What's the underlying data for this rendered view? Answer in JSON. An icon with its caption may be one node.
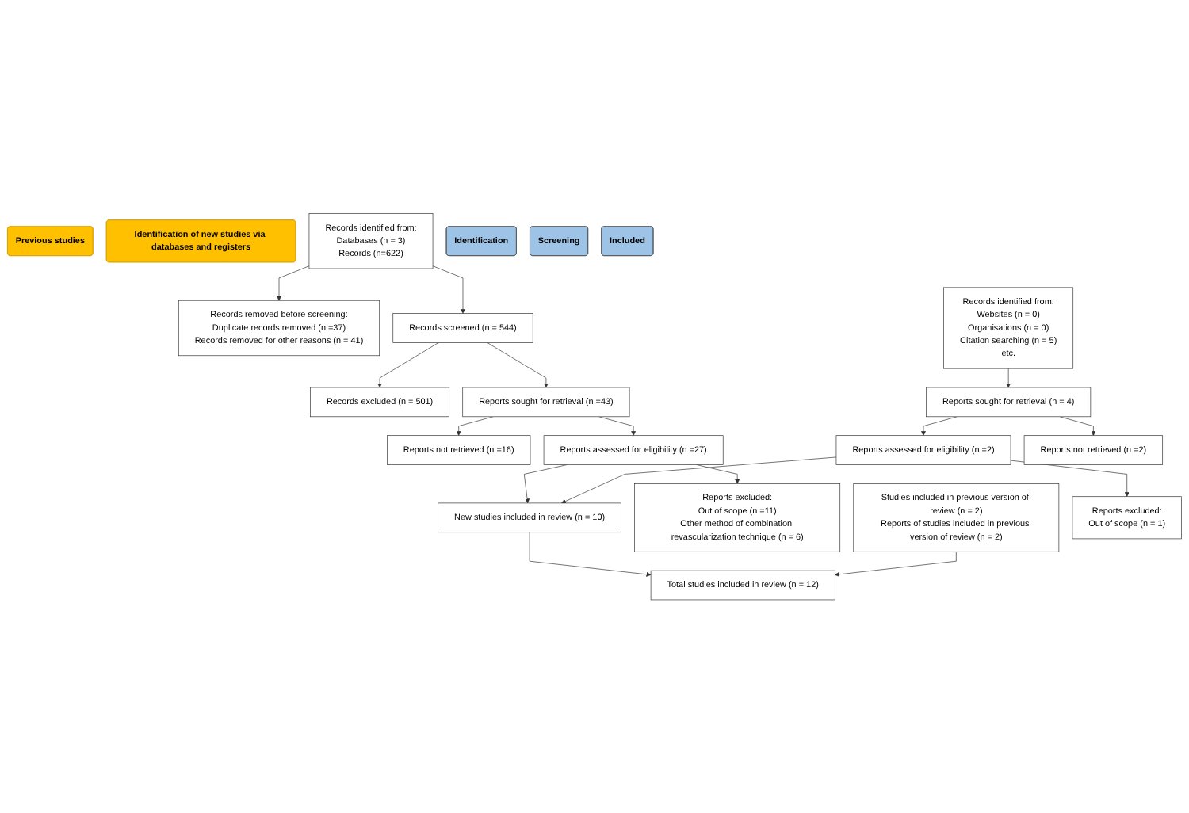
{
  "diagram": {
    "nodes": [
      {
        "text": [
          "Previous studies"
        ]
      },
      {
        "text": [
          "Identification of new studies via databases and registers"
        ]
      },
      {
        "text": [
          "Identification"
        ]
      },
      {
        "text": [
          "Screening"
        ]
      },
      {
        "text": [
          "Included"
        ]
      },
      {
        "text": [
          "Studies included in previous version of review (n = 2)",
          "Reports of studies included in previous version of review (n = 2)"
        ]
      },
      {
        "text": [
          "Records identified from:",
          "Databases (n = 3)",
          "Records (n=622)"
        ]
      },
      {
        "text": [
          "Records removed before screening:",
          "Duplicate records removed (n =37)",
          "Records removed for other reasons (n = 41)"
        ]
      },
      {
        "text": [
          "Records identified from:",
          "Websites (n = 0)",
          "Organisations (n = 0)",
          "Citation searching (n = 5)",
          "etc."
        ]
      },
      {
        "text": [
          "Records screened (n = 544)"
        ]
      },
      {
        "text": [
          "Records excluded (n = 501)"
        ]
      },
      {
        "text": [
          "Reports sought for retrieval (n =43)"
        ]
      },
      {
        "text": [
          "Reports not retrieved (n =16)"
        ]
      },
      {
        "text": [
          "Reports sought for retrieval (n = 4)"
        ]
      },
      {
        "text": [
          "Reports not retrieved (n =2)"
        ]
      },
      {
        "text": [
          "Reports assessed for eligibility (n =27)"
        ]
      },
      {
        "text": [
          "Reports excluded:",
          "Out of scope (n =11)",
          "Other method of combination revascularization technique (n = 6)"
        ]
      },
      {
        "text": [
          "Reports assessed for eligibility (n =2)"
        ]
      },
      {
        "text": [
          "Reports excluded:",
          "Out of scope (n = 1)"
        ]
      },
      {
        "text": [
          "New studies included in review (n = 10)"
        ]
      },
      {
        "text": [
          "Total studies included in review (n = 12)"
        ]
      }
    ],
    "edges": [
      {
        "from": 6,
        "to": 7,
        "arrow": "to"
      },
      {
        "from": 6,
        "to": 9,
        "arrow": "to"
      },
      {
        "from": 9,
        "to": 10,
        "arrow": "to"
      },
      {
        "from": 9,
        "to": 11,
        "arrow": "to"
      },
      {
        "from": 11,
        "to": 12,
        "arrow": "to"
      },
      {
        "from": 11,
        "to": 15,
        "arrow": "to"
      },
      {
        "from": 8,
        "to": 13,
        "arrow": "to"
      },
      {
        "from": 13,
        "to": 14,
        "arrow": "to"
      },
      {
        "from": 13,
        "to": 17,
        "arrow": "to"
      },
      {
        "from": 15,
        "to": 16,
        "arrow": "to"
      },
      {
        "from": 17,
        "to": 18,
        "arrow": "to"
      },
      {
        "from": 15,
        "to": 19,
        "arrow": "to"
      },
      {
        "from": 17,
        "to": 19,
        "arrow": "to"
      },
      {
        "from": 19,
        "to": 20,
        "arrow": "to"
      },
      {
        "from": 5,
        "to": 20,
        "arrow": "to"
      }
    ]
  }
}
